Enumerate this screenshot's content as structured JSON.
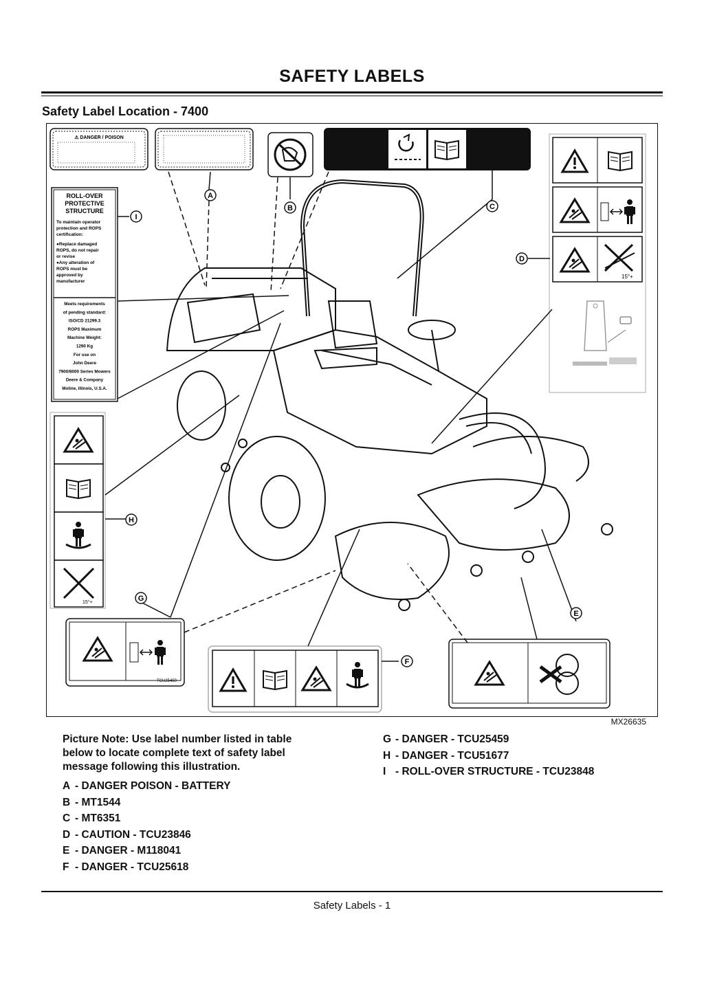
{
  "header": {
    "title": "SAFETY LABELS"
  },
  "section": {
    "title": "Safety Label Location - 7400"
  },
  "figure": {
    "id": "MX26635",
    "callouts": [
      "A",
      "B",
      "C",
      "D",
      "E",
      "F",
      "G",
      "H",
      "I"
    ],
    "rops_label": {
      "heading": [
        "ROLL-OVER",
        "PROTECTIVE",
        "STRUCTURE"
      ],
      "intro": [
        "To maintain operator",
        "protection and ROPS",
        "certification:"
      ],
      "bullets": [
        "●Replace damaged",
        "ROPS, do not repair",
        "or revise",
        "●Any alteration of",
        "ROPS must be",
        "approved by",
        "manufacturer"
      ],
      "standard": [
        "Meets requirements",
        "of pending standard:",
        "ISO/CD 21299.3",
        "ROPS Maximum",
        "Machine Weight:",
        "1290 Kg",
        "For use on",
        "John Deere",
        "7900/8000 Series Mowers",
        "Deere & Company",
        "Moline, Illinois, U.S.A."
      ]
    },
    "label_a_heading": "⚠ DANGER / POISON",
    "slope_mark": "15°+",
    "label_g_code": "TCU25459"
  },
  "notes": {
    "picture_note": "Picture Note: Use label number listed in table below to locate complete text of safety label message following this illustration.",
    "left_items": [
      {
        "key": "A",
        "text": "- DANGER POISON - BATTERY"
      },
      {
        "key": "B",
        "text": "- MT1544"
      },
      {
        "key": "C",
        "text": "- MT6351"
      },
      {
        "key": "D",
        "text": "- CAUTION - TCU23846"
      },
      {
        "key": "E",
        "text": "- DANGER - M118041"
      },
      {
        "key": "F",
        "text": "- DANGER - TCU25618"
      }
    ],
    "right_items": [
      {
        "key": "G",
        "text": "- DANGER - TCU25459"
      },
      {
        "key": "H",
        "text": "- DANGER - TCU51677"
      },
      {
        "key": "I",
        "text": "- ROLL-OVER STRUCTURE - TCU23848"
      }
    ]
  },
  "footer": {
    "page_label": "Safety Labels - 1"
  }
}
